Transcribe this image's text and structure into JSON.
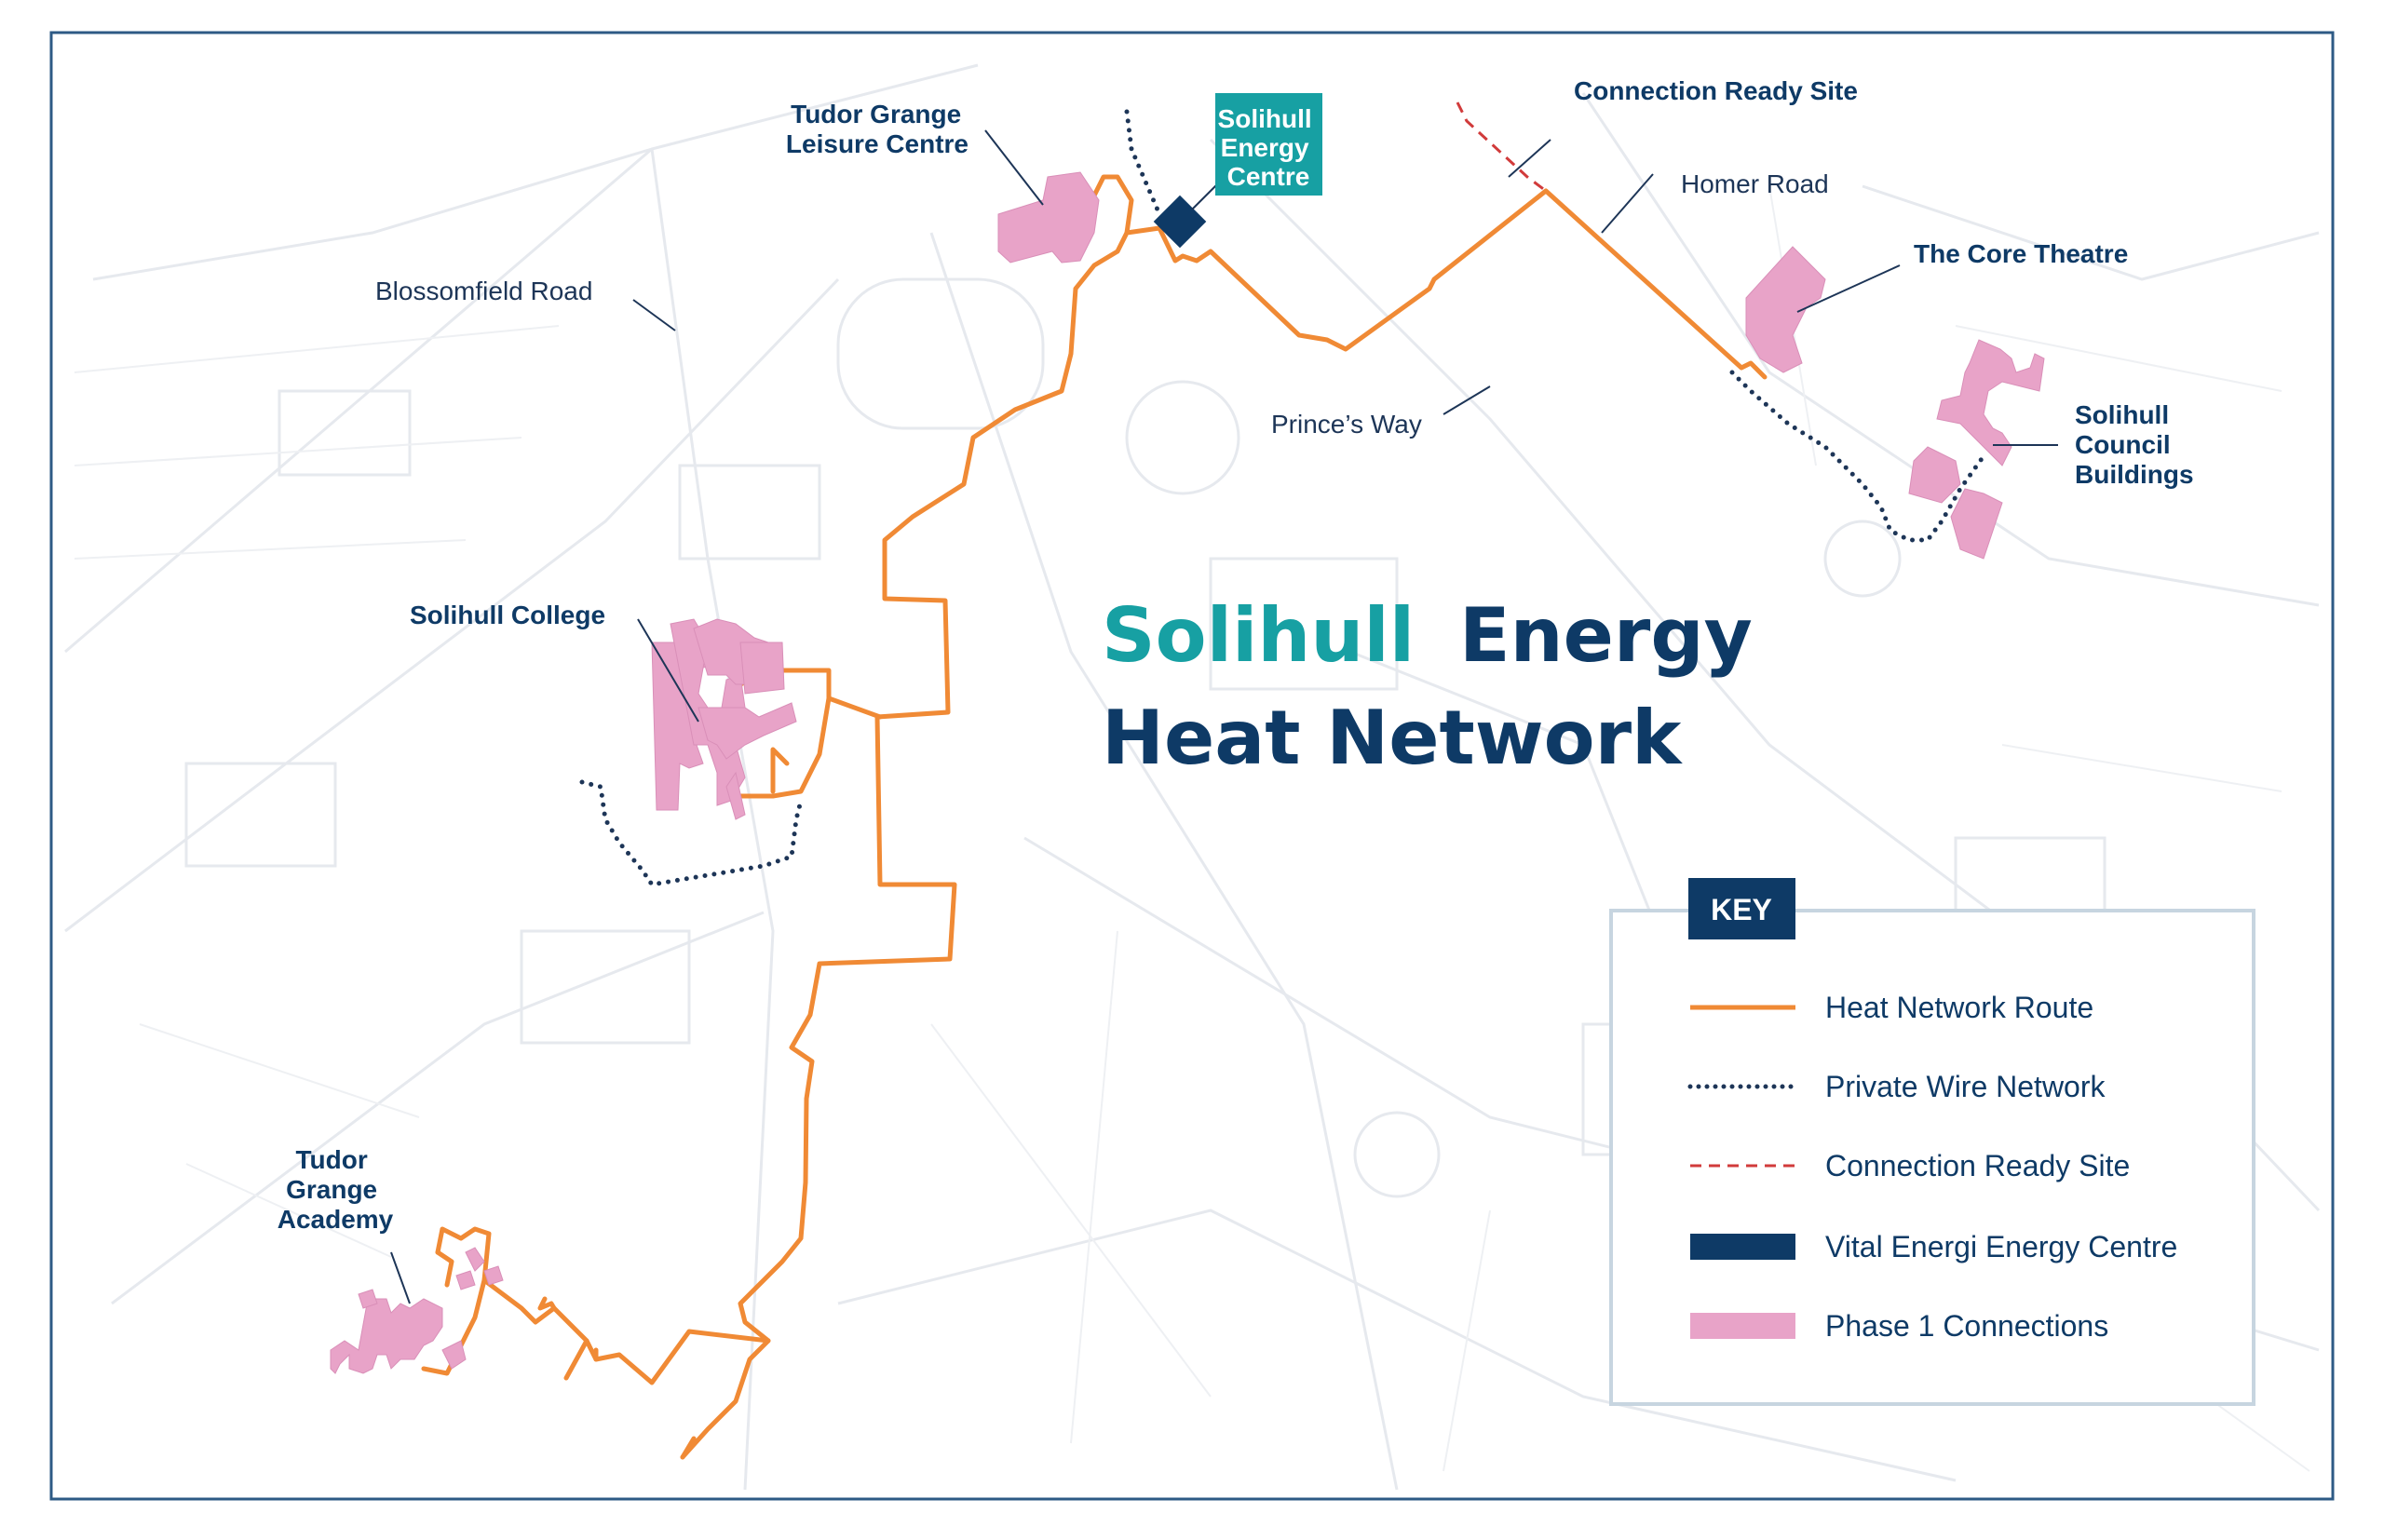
{
  "title": {
    "line1_part1": "Solihull",
    "line1_part2": "Energy",
    "line2": "Heat Network"
  },
  "colors": {
    "teal": "#17a0a3",
    "navy": "#0e3a66",
    "orange": "#f08a35",
    "pink": "#e8a3c8",
    "red_dash": "#d13b3b",
    "dotted_navy": "#1d3557",
    "frame": "#2d5a85",
    "key_border": "#c7d5e0"
  },
  "places": {
    "tudor_grange_leisure": [
      "Tudor Grange",
      "Leisure Centre"
    ],
    "solihull_energy_centre": [
      "Solihull",
      "Energy",
      "Centre"
    ],
    "connection_ready_site": "Connection Ready Site",
    "the_core_theatre": "The Core Theatre",
    "solihull_council": [
      "Solihull",
      "Council",
      "Buildings"
    ],
    "solihull_college": "Solihull College",
    "tudor_grange_academy": [
      "Tudor",
      "Grange",
      "Academy"
    ]
  },
  "roads": {
    "homer_road": "Homer Road",
    "blossomfield_road": "Blossomfield Road",
    "princes_way": "Prince’s Way"
  },
  "key": {
    "title": "KEY",
    "items": [
      {
        "label": "Heat Network Route",
        "icon": "orange-line-icon"
      },
      {
        "label": "Private Wire Network",
        "icon": "dotted-line-icon"
      },
      {
        "label": "Connection Ready Site",
        "icon": "red-dashed-line-icon"
      },
      {
        "label": "Vital Energi Energy Centre",
        "icon": "navy-block-icon"
      },
      {
        "label": "Phase 1 Connections",
        "icon": "pink-block-icon"
      }
    ]
  }
}
